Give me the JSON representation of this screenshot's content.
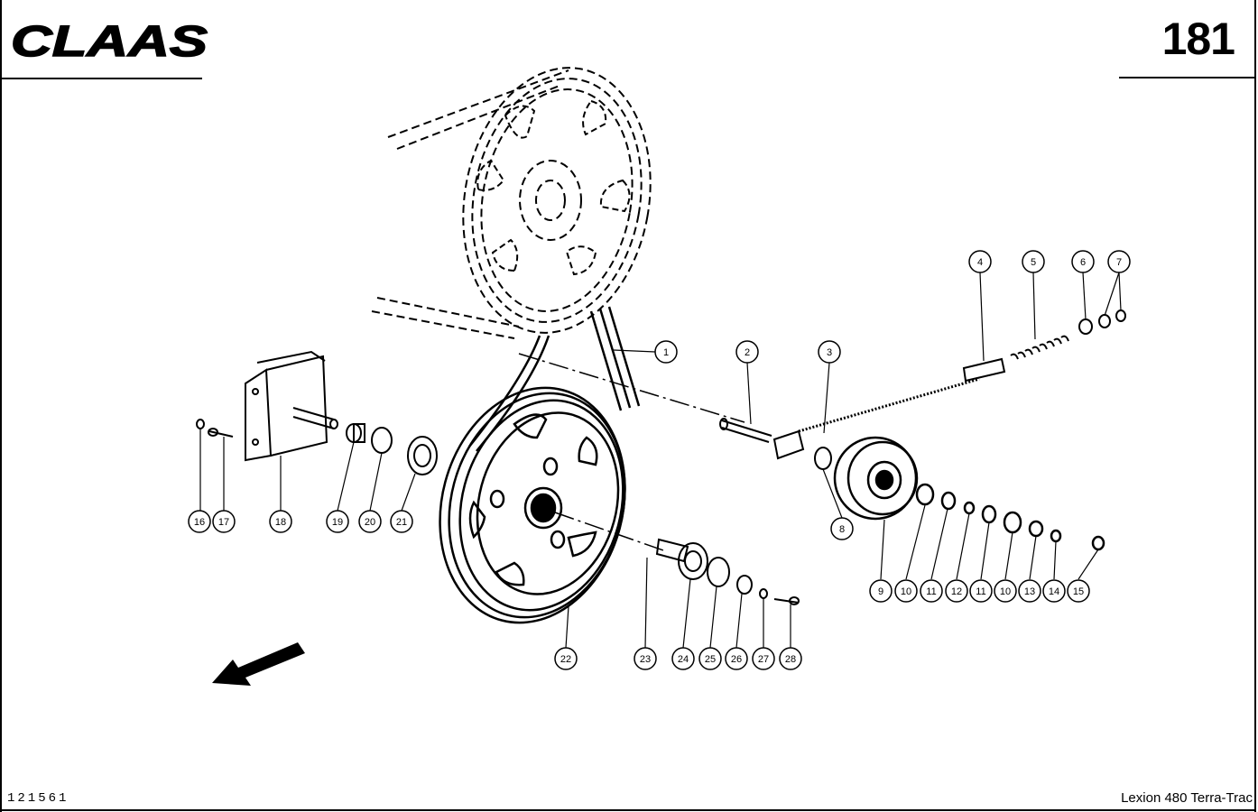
{
  "header": {
    "brand": "CLAAS",
    "page_number": "181"
  },
  "footer": {
    "drawing_number": "121561",
    "model": "Lexion 480 Terra-Trac"
  },
  "callouts": [
    {
      "label": "1"
    },
    {
      "label": "2"
    },
    {
      "label": "3"
    },
    {
      "label": "4"
    },
    {
      "label": "5"
    },
    {
      "label": "6"
    },
    {
      "label": "7"
    },
    {
      "label": "8"
    },
    {
      "label": "9"
    },
    {
      "label": "10"
    },
    {
      "label": "11"
    },
    {
      "label": "12"
    },
    {
      "label": "11"
    },
    {
      "label": "10"
    },
    {
      "label": "13"
    },
    {
      "label": "14"
    },
    {
      "label": "15"
    },
    {
      "label": "16"
    },
    {
      "label": "17"
    },
    {
      "label": "18"
    },
    {
      "label": "19"
    },
    {
      "label": "20"
    },
    {
      "label": "21"
    },
    {
      "label": "22"
    },
    {
      "label": "23"
    },
    {
      "label": "24"
    },
    {
      "label": "25"
    },
    {
      "label": "26"
    },
    {
      "label": "27"
    },
    {
      "label": "28"
    }
  ]
}
